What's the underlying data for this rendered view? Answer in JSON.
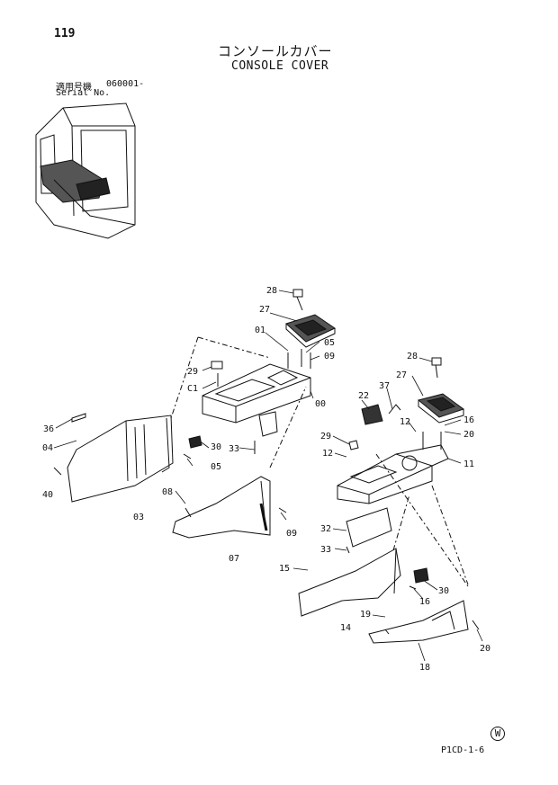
{
  "header": {
    "page_number": "119",
    "title_ja": "コンソールカバー",
    "title_en": "CONSOLE COVER",
    "serial_label_ja": "適用号機",
    "serial_range": "060001-",
    "serial_label_en": "Serial No."
  },
  "footer": {
    "region_mark": "W",
    "page_code": "P1CD-1-6"
  },
  "callouts": [
    "28",
    "27",
    "01",
    "05",
    "09",
    "29",
    "C1",
    "00",
    "36",
    "04",
    "30",
    "05",
    "33",
    "40",
    "03",
    "08",
    "09",
    "07",
    "28",
    "27",
    "37",
    "22",
    "12",
    "16",
    "20",
    "29",
    "12",
    "11",
    "32",
    "33",
    "15",
    "30",
    "16",
    "14",
    "19",
    "20",
    "18"
  ]
}
